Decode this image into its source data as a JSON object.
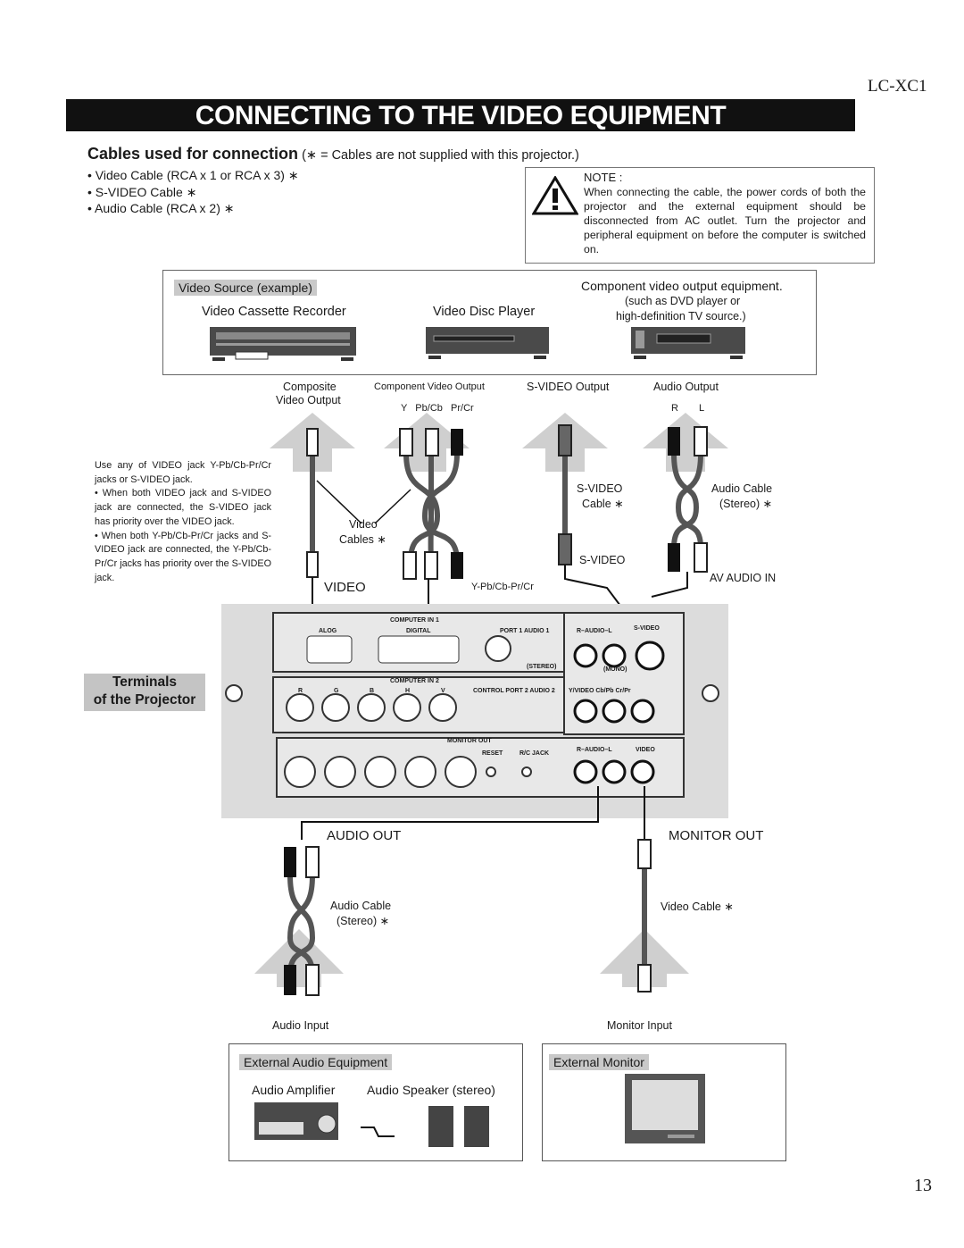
{
  "header": {
    "model": "LC-XC1",
    "title": "CONNECTING TO THE VIDEO EQUIPMENT"
  },
  "cables": {
    "heading": "Cables used for connection",
    "heading_note": "(∗ = Cables are not supplied with this projector.)",
    "items": [
      "• Video Cable (RCA x 1 or RCA x 3) ∗",
      "• S-VIDEO Cable ∗",
      "• Audio Cable (RCA x 2) ∗"
    ]
  },
  "note": {
    "title": "NOTE  :",
    "text": "When connecting the cable, the power cords of both the projector and the external equipment should be disconnected from AC outlet. Turn the projector and peripheral equipment on before the computer is switched on."
  },
  "video_source": {
    "heading": "Video Source (example)",
    "vcr": "Video Cassette Recorder",
    "disc": "Video Disc Player",
    "component_title": "Component video output equipment.",
    "component_note1": "(such as DVD player or",
    "component_note2": "high-definition TV source.)"
  },
  "outputs": {
    "composite1": "Composite",
    "composite2": "Video Output",
    "component": "Component Video Output",
    "component_jacks": "Y   Pb/Cb   Pr/Cr",
    "svideo": "S-VIDEO Output",
    "audio": "Audio Output",
    "audio_r": "R",
    "audio_l": "L"
  },
  "side_note": {
    "intro": "Use any of VIDEO jack Y-Pb/Cb-Pr/Cr jacks or S-VIDEO jack.",
    "bullets": [
      "• When both VIDEO jack and S-VIDEO jack are connected, the S-VIDEO jack has priority over the VIDEO jack.",
      "• When both Y-Pb/Cb-Pr/Cr jacks and S-VIDEO jack are connected, the Y-Pb/Cb-Pr/Cr jacks has priority over the S-VIDEO jack."
    ]
  },
  "labels": {
    "video_cables1": "Video",
    "video_cables2": "Cables ∗",
    "svideo_cable1": "S-VIDEO",
    "svideo_cable2": "Cable ∗",
    "audio_cable1": "Audio Cable",
    "audio_cable2": "(Stereo) ∗",
    "svideo_plug": "S-VIDEO",
    "av_audio_in": "AV AUDIO IN",
    "video": "VIDEO",
    "ypbpr": "Y-Pb/Cb-Pr/Cr",
    "terminals1": "Terminals",
    "terminals2": "of the Projector",
    "audio_out": "AUDIO OUT",
    "monitor_out": "MONITOR OUT",
    "audio_cable_b1": "Audio Cable",
    "audio_cable_b2": "(Stereo) ∗",
    "video_cable_b": "Video Cable ∗",
    "audio_input": "Audio Input",
    "monitor_input": "Monitor Input"
  },
  "panel": {
    "computer_in1": "COMPUTER IN 1",
    "analog": "ALOG",
    "digital": "DIGITAL",
    "port1": "PORT 1  AUDIO 1",
    "stereo": "(STEREO)",
    "mono": "(MONO)",
    "audio_rl": "R–AUDIO–L",
    "svideo": "S-VIDEO",
    "computer_in2": "COMPUTER IN 2",
    "rgbhv": [
      "R",
      "G",
      "B",
      "H",
      "V"
    ],
    "control2": "CONTROL PORT 2  AUDIO 2",
    "yvideo": "Y/VIDEO  Cb/Pb   Cr/Pr",
    "monitor_out": "MONITOR OUT",
    "reset": "RESET",
    "rc_jack": "R/C JACK",
    "audio_rl2": "R–AUDIO–L",
    "video": "VIDEO"
  },
  "external_audio": {
    "heading": "External Audio Equipment",
    "amp": "Audio Amplifier",
    "speaker": "Audio Speaker (stereo)"
  },
  "external_monitor": {
    "heading": "External Monitor"
  },
  "page_number": "13"
}
